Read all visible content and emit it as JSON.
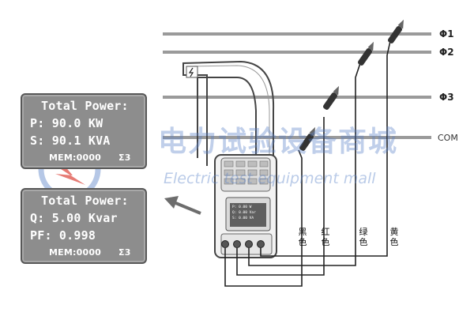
{
  "lines": {
    "phase1": "Φ1",
    "phase2": "Φ2",
    "phase3": "Φ3",
    "com": "COM"
  },
  "display1": {
    "title": "Total Power:",
    "line1": "P:  90.0 KW",
    "line2": "S:  90.1 KVA",
    "mem": "MEM:0000",
    "sigma": "Σ3"
  },
  "display2": {
    "title": "Total Power:",
    "line1": "Q:  5.00 Kvar",
    "line2": "PF: 0.998",
    "mem": "MEM:0000",
    "sigma": "Σ3"
  },
  "meter_screen": {
    "line1": "P: 0.00 W",
    "line2": "Q: 0.00 Var",
    "line3": "S: 0.00 VA"
  },
  "wire_colors": {
    "black": "黑色",
    "red": "红色",
    "green": "绿色",
    "yellow": "黄色"
  },
  "watermark": {
    "cn": "电力试验设备商城",
    "en": "Electric test equipment mall"
  },
  "colors": {
    "line": "#9a9a9a",
    "lcd_bg": "#8d8d8d",
    "watermark": "#5a82c8",
    "logo_red": "#d8342a"
  }
}
